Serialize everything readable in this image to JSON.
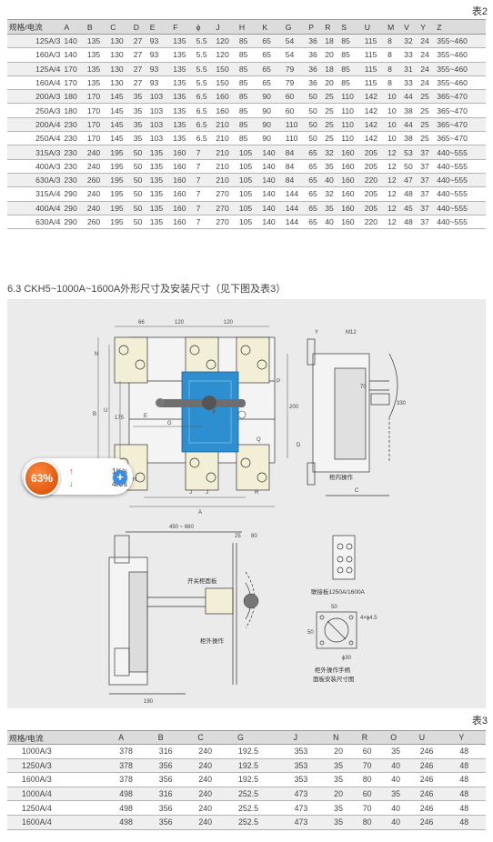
{
  "table2": {
    "label": "表2",
    "headers": [
      "规格/电流",
      "A",
      "B",
      "C",
      "D",
      "E",
      "F",
      "ϕ",
      "J",
      "H",
      "K",
      "G",
      "P",
      "R",
      "S",
      "U",
      "M",
      "V",
      "Y",
      "Z"
    ],
    "rows": [
      [
        "125A/3",
        "140",
        "135",
        "130",
        "27",
        "93",
        "135",
        "5.5",
        "120",
        "85",
        "65",
        "54",
        "36",
        "18",
        "85",
        "115",
        "8",
        "32",
        "24",
        "355~460"
      ],
      [
        "160A/3",
        "140",
        "135",
        "130",
        "27",
        "93",
        "135",
        "5.5",
        "120",
        "85",
        "65",
        "54",
        "36",
        "20",
        "85",
        "115",
        "8",
        "33",
        "24",
        "355~460"
      ],
      [
        "125A/4",
        "170",
        "135",
        "130",
        "27",
        "93",
        "135",
        "5.5",
        "150",
        "85",
        "65",
        "79",
        "36",
        "18",
        "85",
        "115",
        "8",
        "31",
        "24",
        "355~460"
      ],
      [
        "160A/4",
        "170",
        "135",
        "130",
        "27",
        "93",
        "135",
        "5.5",
        "150",
        "85",
        "65",
        "79",
        "36",
        "20",
        "85",
        "115",
        "8",
        "33",
        "24",
        "355~460"
      ],
      [
        "200A/3",
        "180",
        "170",
        "145",
        "35",
        "103",
        "135",
        "6.5",
        "160",
        "85",
        "90",
        "60",
        "50",
        "25",
        "110",
        "142",
        "10",
        "44",
        "25",
        "365~470"
      ],
      [
        "250A/3",
        "180",
        "170",
        "145",
        "35",
        "103",
        "135",
        "6.5",
        "160",
        "85",
        "90",
        "60",
        "50",
        "25",
        "110",
        "142",
        "10",
        "38",
        "25",
        "365~470"
      ],
      [
        "200A/4",
        "230",
        "170",
        "145",
        "35",
        "103",
        "135",
        "6.5",
        "210",
        "85",
        "90",
        "110",
        "50",
        "25",
        "110",
        "142",
        "10",
        "44",
        "25",
        "365~470"
      ],
      [
        "250A/4",
        "230",
        "170",
        "145",
        "35",
        "103",
        "135",
        "6.5",
        "210",
        "85",
        "90",
        "110",
        "50",
        "25",
        "110",
        "142",
        "10",
        "38",
        "25",
        "365~470"
      ],
      [
        "315A/3",
        "230",
        "240",
        "195",
        "50",
        "135",
        "160",
        "7",
        "210",
        "105",
        "140",
        "84",
        "65",
        "32",
        "160",
        "205",
        "12",
        "53",
        "37",
        "440~555"
      ],
      [
        "400A/3",
        "230",
        "240",
        "195",
        "50",
        "135",
        "160",
        "7",
        "210",
        "105",
        "140",
        "84",
        "65",
        "35",
        "160",
        "205",
        "12",
        "50",
        "37",
        "440~555"
      ],
      [
        "630A/3",
        "230",
        "260",
        "195",
        "50",
        "135",
        "160",
        "7",
        "210",
        "105",
        "140",
        "84",
        "65",
        "40",
        "160",
        "220",
        "12",
        "47",
        "37",
        "440~555"
      ],
      [
        "315A/4",
        "290",
        "240",
        "195",
        "50",
        "135",
        "160",
        "7",
        "270",
        "105",
        "140",
        "144",
        "65",
        "32",
        "160",
        "205",
        "12",
        "48",
        "37",
        "440~555"
      ],
      [
        "400A/4",
        "290",
        "240",
        "195",
        "50",
        "135",
        "160",
        "7",
        "270",
        "105",
        "140",
        "144",
        "65",
        "35",
        "160",
        "205",
        "12",
        "45",
        "37",
        "440~555"
      ],
      [
        "630A/4",
        "290",
        "260",
        "195",
        "50",
        "135",
        "160",
        "7",
        "270",
        "105",
        "140",
        "144",
        "65",
        "40",
        "160",
        "220",
        "12",
        "48",
        "37",
        "440~555"
      ]
    ]
  },
  "section_heading": "6.3 CKH5~1000A~1600A外形尺寸及安装尺寸（见下图及表3）",
  "drawing": {
    "top_dims": [
      "66",
      "120",
      "120"
    ],
    "left_labels": [
      "B",
      "U",
      "175",
      "N"
    ],
    "center_labels": [
      "G",
      "J",
      "F",
      "E",
      "A",
      "J",
      "R",
      "Q",
      "H",
      "P"
    ],
    "right_labels": [
      "200",
      "D"
    ],
    "side_labels": [
      "Y",
      "M12",
      "70",
      "330",
      "C"
    ],
    "side_caption": "柜内操作",
    "lower_dims": [
      "450 ~ 660",
      "25",
      "80",
      "190"
    ],
    "panel_caption": "开关柜面板",
    "external_caption": "柜外操作",
    "link_caption": "联接板1250A/1600A",
    "cutout_dims": [
      "50",
      "4×ϕ4.5",
      "50",
      "ϕ30"
    ],
    "cutout_caption_1": "柜外操作手柄",
    "cutout_caption_2": "面板安装尺寸图"
  },
  "speed_widget": {
    "percent": "63%",
    "up_rate": "1K/s",
    "down_rate": "4K/s",
    "up_arrow": "↑",
    "down_arrow": "↓",
    "boost": "+"
  },
  "table3": {
    "label": "表3",
    "headers": [
      "规格/电流",
      "A",
      "B",
      "C",
      "G",
      "J",
      "N",
      "R",
      "O",
      "U",
      "Y"
    ],
    "rows": [
      [
        "1000A/3",
        "378",
        "316",
        "240",
        "192.5",
        "353",
        "20",
        "60",
        "35",
        "246",
        "48"
      ],
      [
        "1250A/3",
        "378",
        "356",
        "240",
        "192.5",
        "353",
        "35",
        "70",
        "40",
        "246",
        "48"
      ],
      [
        "1600A/3",
        "378",
        "356",
        "240",
        "192.5",
        "353",
        "35",
        "80",
        "40",
        "246",
        "48"
      ],
      [
        "1000A/4",
        "498",
        "316",
        "240",
        "252.5",
        "473",
        "20",
        "60",
        "35",
        "246",
        "48"
      ],
      [
        "1250A/4",
        "498",
        "356",
        "240",
        "252.5",
        "473",
        "35",
        "70",
        "40",
        "246",
        "48"
      ],
      [
        "1600A/4",
        "498",
        "356",
        "240",
        "252.5",
        "473",
        "35",
        "80",
        "40",
        "246",
        "48"
      ]
    ]
  }
}
